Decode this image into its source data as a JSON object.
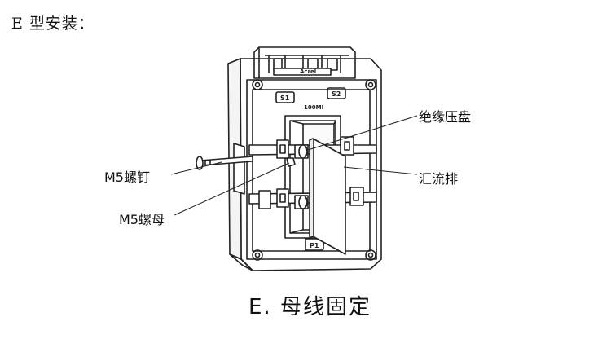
{
  "heading": "E 型安装：",
  "labels": {
    "insulating_plate": "绝缘压盘",
    "busbar": "汇流排",
    "m5_screw": "M5螺钉",
    "m5_nut": "M5螺母"
  },
  "device_marks": {
    "s1": "S1",
    "s2": "S2",
    "rating": "100MI",
    "p1": "P1",
    "brand": "Acrel"
  },
  "caption": "E. 母线固定"
}
